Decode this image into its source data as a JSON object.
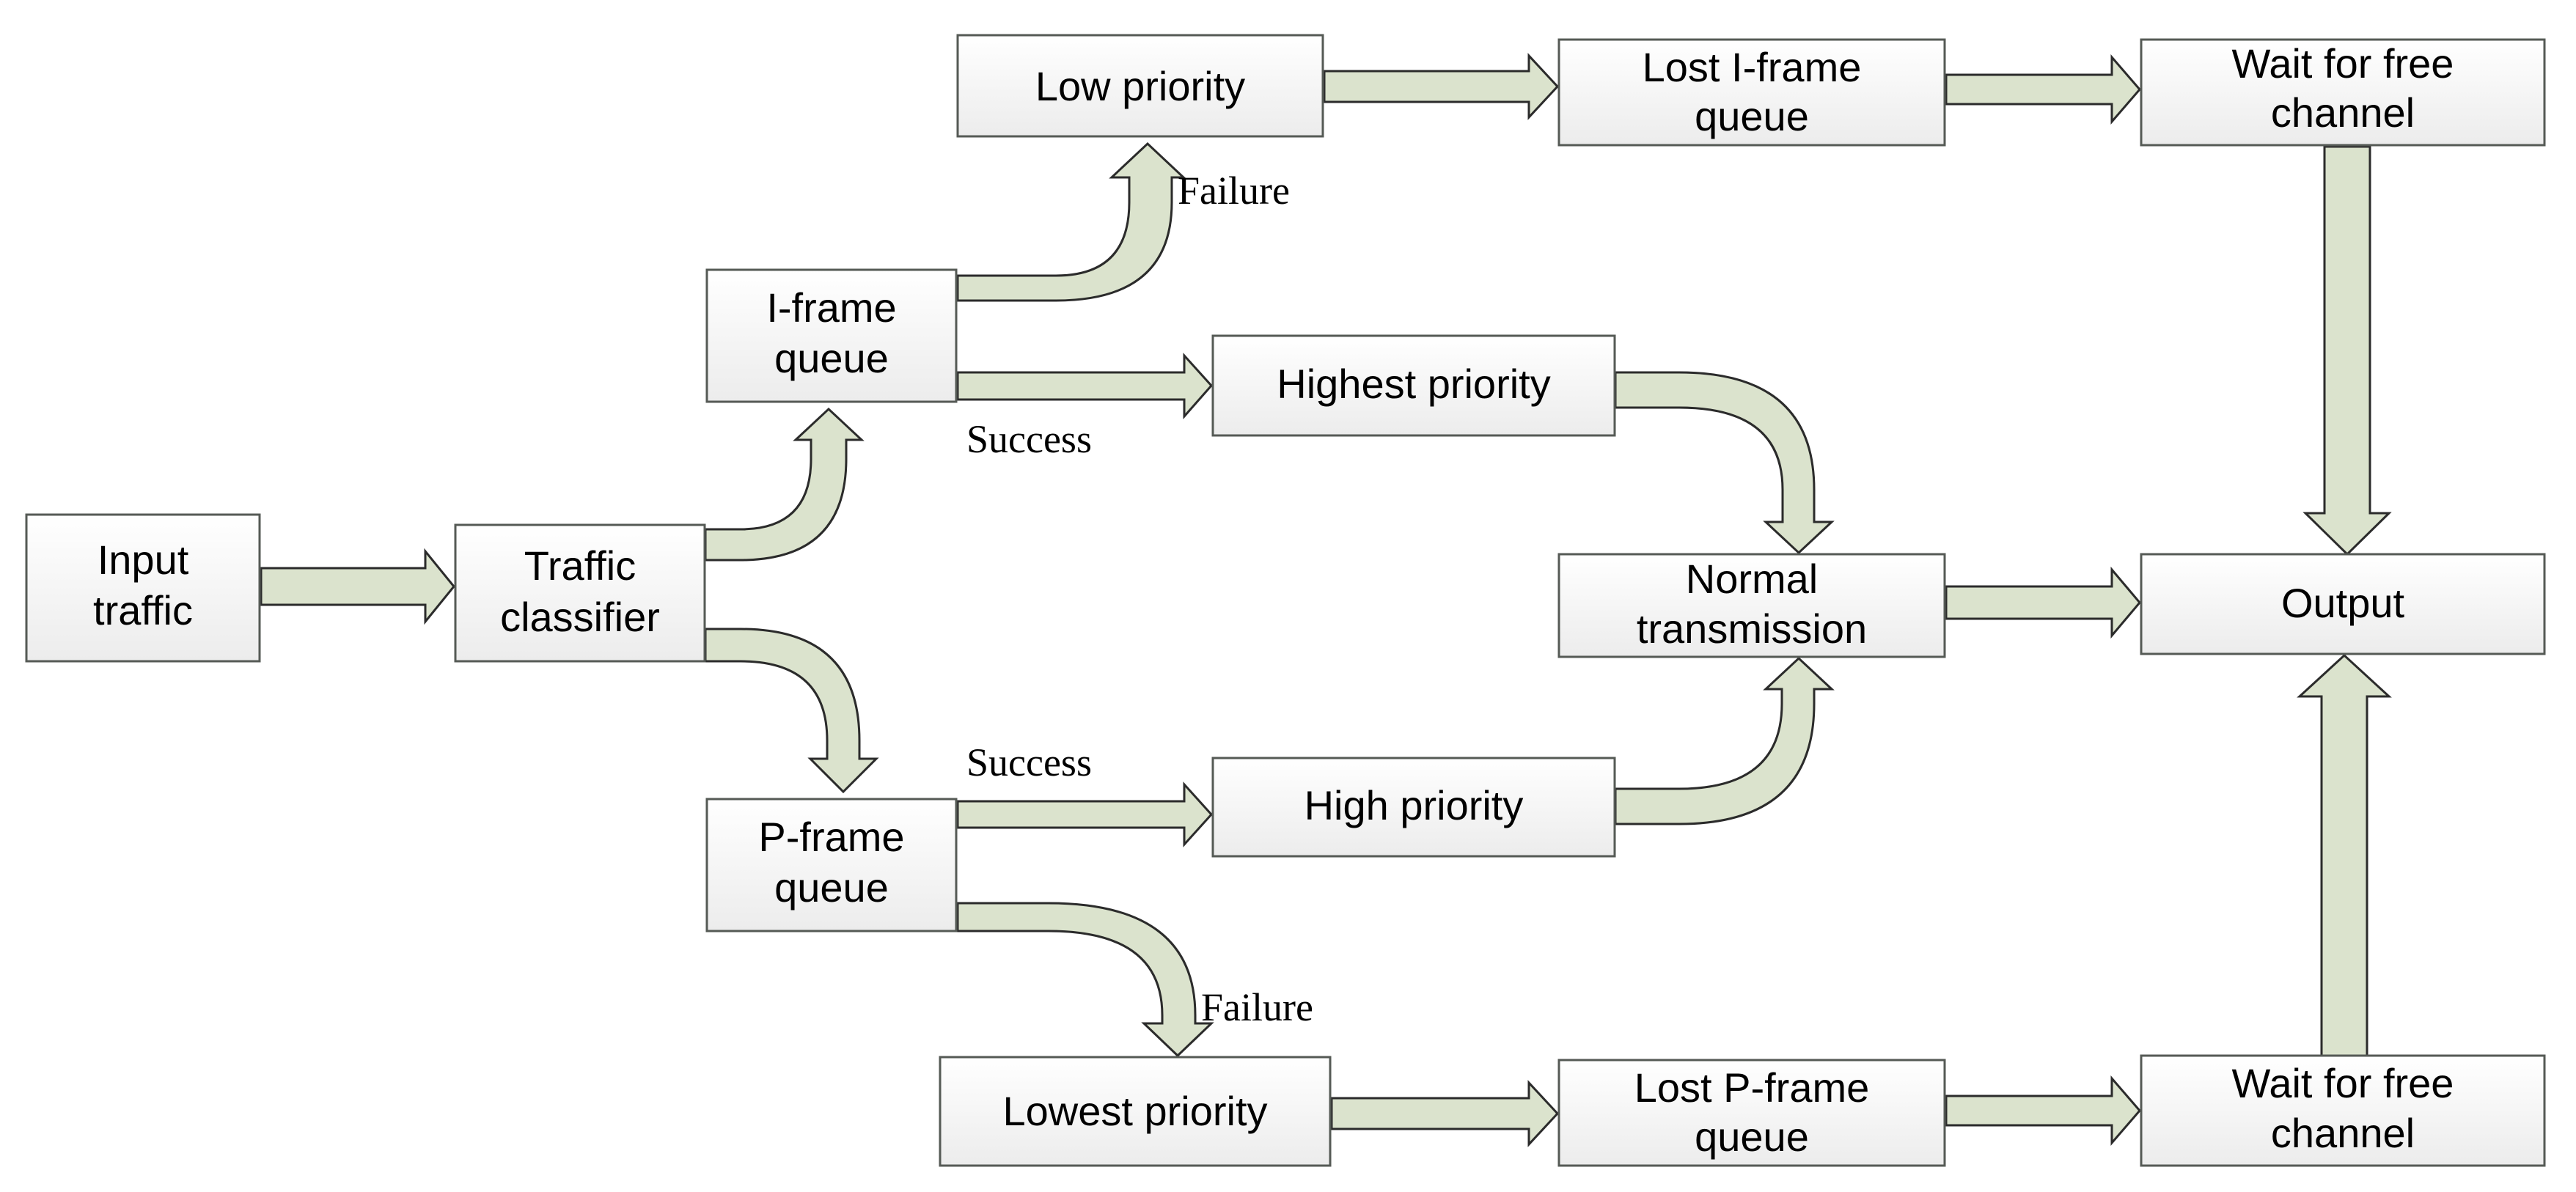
{
  "nodes": {
    "input_traffic": [
      "Input",
      "traffic"
    ],
    "traffic_classifier": [
      "Traffic",
      "classifier"
    ],
    "i_frame_queue": [
      "I-frame",
      "queue"
    ],
    "p_frame_queue": [
      "P-frame",
      "queue"
    ],
    "low_priority": [
      "Low priority"
    ],
    "highest_priority": [
      "Highest priority"
    ],
    "high_priority": [
      "High priority"
    ],
    "lowest_priority": [
      "Lowest priority"
    ],
    "lost_i_frame_queue": [
      "Lost I-frame",
      "queue"
    ],
    "lost_p_frame_queue": [
      "Lost P-frame",
      "queue"
    ],
    "wait_free_channel_top": [
      "Wait for free",
      "channel"
    ],
    "wait_free_channel_bottom": [
      "Wait for free",
      "channel"
    ],
    "normal_transmission": [
      "Normal",
      "transmission"
    ],
    "output": [
      "Output"
    ]
  },
  "edge_labels": {
    "i_failure": "Failure",
    "i_success": "Success",
    "p_success": "Success",
    "p_failure": "Failure"
  },
  "colors": {
    "arrow_fill": "#dbe3cd",
    "arrow_stroke": "#2b2b2b",
    "box_top": "#ffffff",
    "box_bottom": "#ececec",
    "box_border": "#555a55"
  }
}
